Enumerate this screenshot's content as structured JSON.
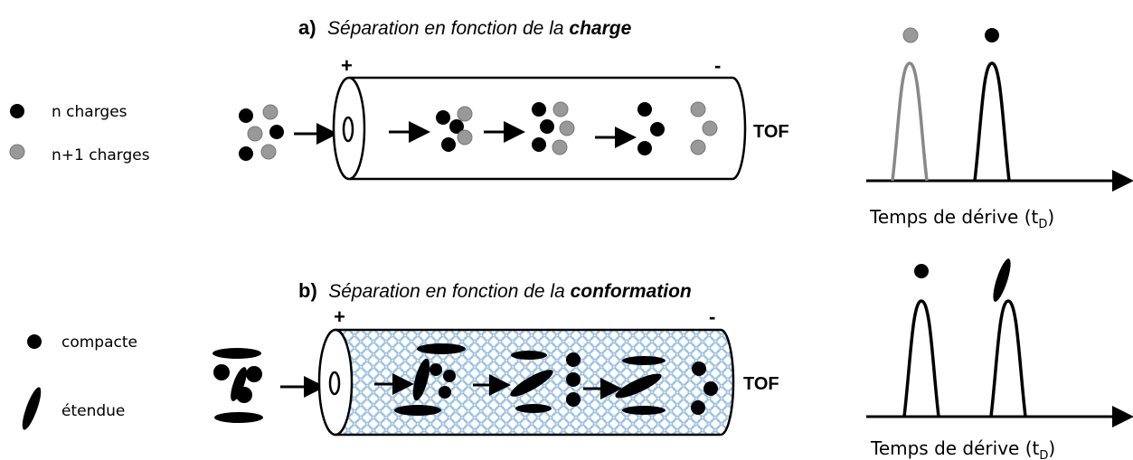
{
  "colors": {
    "ion_black": "#000000",
    "ion_gray": "#999999",
    "gel_blue": "#9fc2e0"
  },
  "panel_a": {
    "letter": "a)",
    "title_prefix": "Séparation en fonction de la ",
    "title_emphasis": "charge",
    "plus": "+",
    "minus": "-",
    "detector": "TOF",
    "axis_label_main": "Temps de dérive (t",
    "axis_label_sub": "D",
    "axis_label_end": ")",
    "legend": [
      {
        "marker": "black-dot",
        "label": "n charges"
      },
      {
        "marker": "gray-dot",
        "label": "n+1 charges"
      }
    ]
  },
  "panel_b": {
    "letter": "b)",
    "title_prefix": "Séparation en fonction de la ",
    "title_emphasis": "conformation",
    "plus": "+",
    "minus": "-",
    "detector": "TOF",
    "axis_label_main": "Temps de dérive (t",
    "axis_label_sub": "D",
    "axis_label_end": ")",
    "legend": [
      {
        "marker": "compact-dot",
        "label": "compacte"
      },
      {
        "marker": "extended-ellipse",
        "label": "étendue"
      }
    ]
  }
}
